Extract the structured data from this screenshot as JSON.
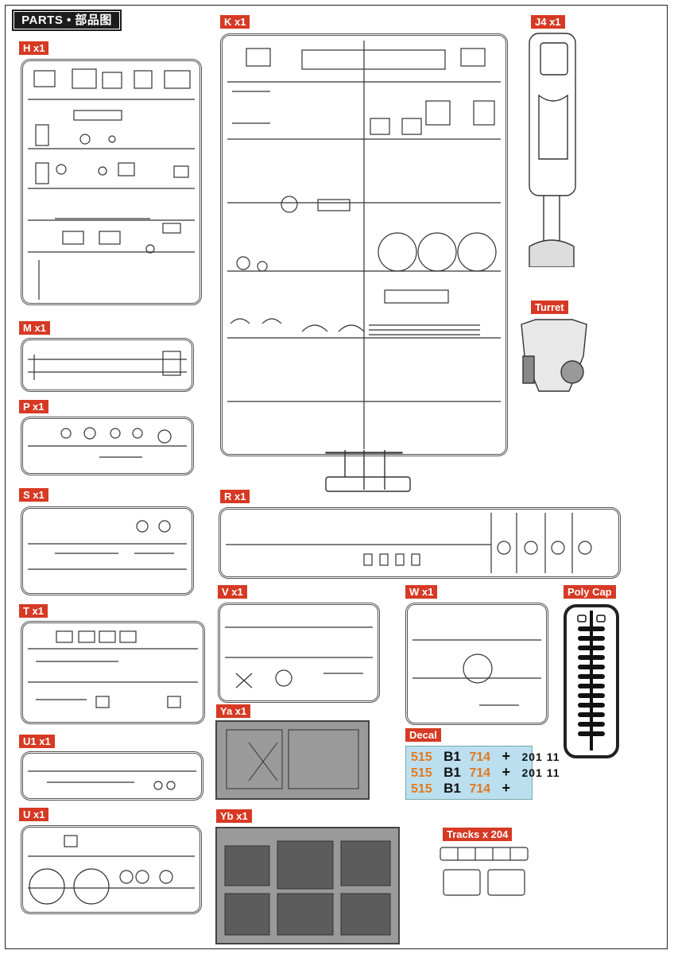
{
  "page": {
    "title": "PARTS • 部品图"
  },
  "sprues": {
    "h": "H x1",
    "k": "K x1",
    "j4": "J4 x1",
    "turret": "Turret",
    "m": "M x1",
    "p": "P x1",
    "s": "S x1",
    "r": "R x1",
    "t": "T x1",
    "v": "V x1",
    "w": "W x1",
    "poly": "Poly Cap",
    "u1": "U1 x1",
    "ya": "Ya x1",
    "decal": "Decal",
    "u": "U x1",
    "yb": "Yb x1",
    "tracks": "Tracks x 204"
  },
  "decal_sheet": {
    "rows": [
      {
        "a": "515",
        "b": "B1",
        "c": "714",
        "d": "+",
        "e": "201 11"
      },
      {
        "a": "515",
        "b": "B1",
        "c": "714",
        "d": "+",
        "e": "201 11"
      },
      {
        "a": "515",
        "b": "B1",
        "c": "714",
        "d": "+",
        "e": ""
      }
    ]
  },
  "colors": {
    "label_bg": "#d63a24",
    "decal_orange": "#e07a1e",
    "decal_bg": "#bcdff0"
  }
}
